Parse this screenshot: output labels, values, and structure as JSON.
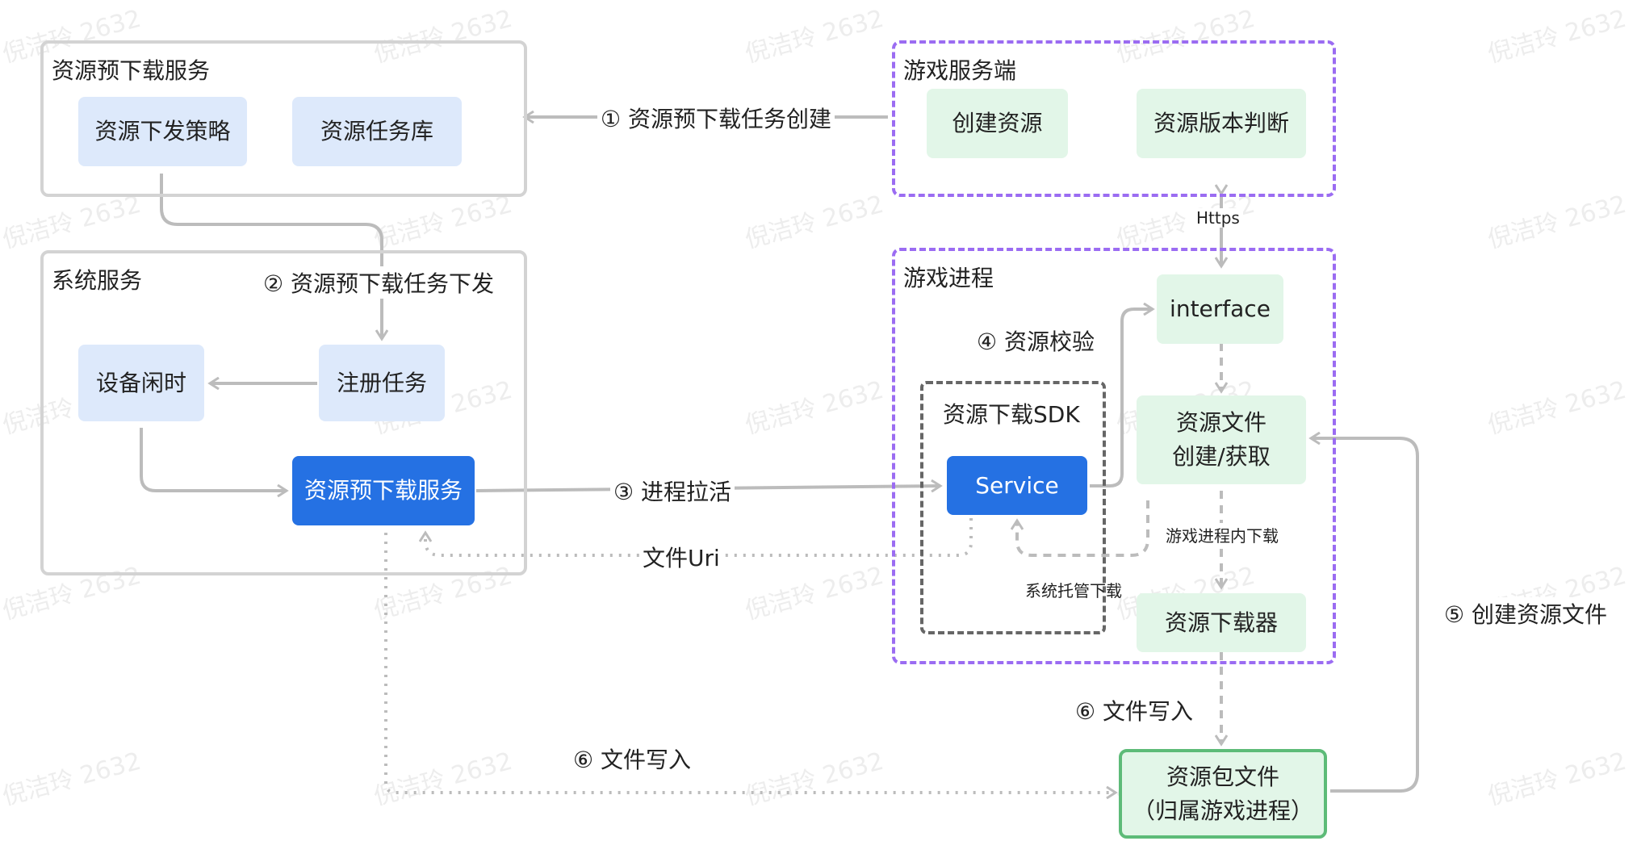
{
  "watermark": "倪洁玲 2632",
  "groups": {
    "preload_service": "资源预下载服务",
    "system_service": "系统服务",
    "game_server": "游戏服务端",
    "game_process": "游戏进程",
    "sdk": "资源下载SDK"
  },
  "boxes": {
    "dispatch_policy": "资源下发策略",
    "task_store": "资源任务库",
    "device_idle": "设备闲时",
    "register_task": "注册任务",
    "preload_service": "资源预下载服务",
    "create_resource": "创建资源",
    "version_check": "资源版本判断",
    "interface": "interface",
    "file_create": "资源文件\n创建/获取",
    "service": "Service",
    "downloader": "资源下载器",
    "package_file": "资源包文件\n（归属游戏进程）"
  },
  "edges": {
    "task_create": "① 资源预下载任务创建",
    "task_dispatch": "② 资源预下载任务下发",
    "process_wake": "③ 进程拉活",
    "resource_verify": "④ 资源校验",
    "create_file": "⑤ 创建资源文件",
    "file_write_a": "⑥ 文件写入",
    "file_write_b": "⑥ 文件写入",
    "file_uri": "文件Uri",
    "https": "Https",
    "in_process_download": "游戏进程内下载",
    "system_download": "系统托管下载"
  },
  "colors": {
    "edge": "#bcbcbc",
    "purple": "#9b6cf2",
    "blue": "#2571e3",
    "light_blue": "#dde9fb",
    "green": "#e2f6e8",
    "green_border": "#5dbb78"
  }
}
